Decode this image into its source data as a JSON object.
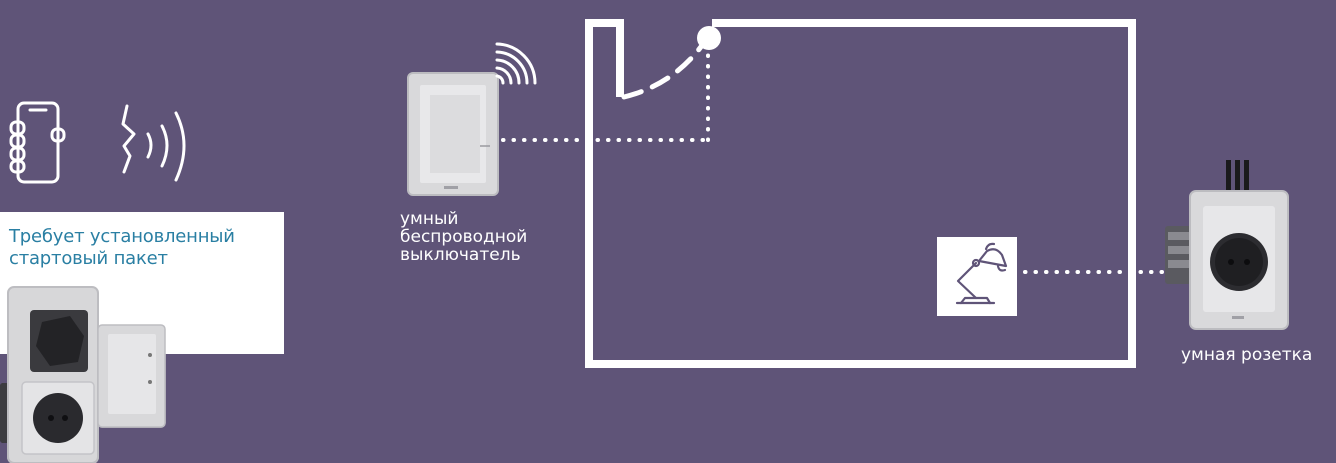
{
  "notice": {
    "line1": "Требует установленный",
    "line2": "стартовый пакет"
  },
  "switch_label": {
    "line1": "умный",
    "line2": "беспроводной",
    "line3": "выключатель"
  },
  "socket_label": "умная розетка",
  "colors": {
    "background": "#5f5478",
    "line": "#ffffff",
    "notice_text": "#2a7fa3"
  },
  "icons": [
    "smartphone-icon",
    "voice-command-icon",
    "wireless-signal-icon",
    "desk-lamp-icon"
  ]
}
